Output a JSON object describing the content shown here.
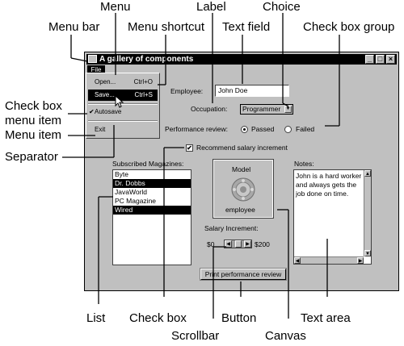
{
  "callouts": {
    "menu_bar": "Menu bar",
    "menu": "Menu",
    "menu_shortcut": "Menu shortcut",
    "label": "Label",
    "choice": "Choice",
    "text_field": "Text field",
    "check_box_group": "Check box group",
    "check_box_menu_item_1": "Check box",
    "check_box_menu_item_2": "menu item",
    "menu_item": "Menu item",
    "separator": "Separator",
    "list": "List",
    "check_box": "Check box",
    "button": "Button",
    "text_area": "Text area",
    "scrollbar": "Scrollbar",
    "canvas": "Canvas"
  },
  "window": {
    "title": "A gallery of components",
    "menubar": {
      "file": "File"
    },
    "menu": {
      "open_label": "Open...",
      "open_shortcut": "Ctrl+O",
      "save_label": "Save...",
      "save_shortcut": "Ctrl+S",
      "autosave_label": "Autosave",
      "autosave_check": "✔",
      "exit_label": "Exit"
    },
    "employee": {
      "label": "Employee:",
      "value": "John Doe"
    },
    "occupation": {
      "label": "Occupation:",
      "value": "Programmer"
    },
    "performance": {
      "label": "Performance review:",
      "passed": "Passed",
      "failed": "Failed"
    },
    "recommend": {
      "label": "Recommend salary increment",
      "check": "✔"
    },
    "magazines": {
      "label": "Subscribed Magazines:",
      "items": [
        "Byte",
        "Dr. Dobbs",
        "JavaWorld",
        "PC Magazine",
        "Wired"
      ]
    },
    "canvas": {
      "top": "Model",
      "bottom": "employee"
    },
    "salary": {
      "label": "Salary Increment:",
      "min": "$0",
      "max": "$200"
    },
    "print_button": "Print performance review",
    "notes": {
      "label": "Notes:",
      "text": "John is a hard worker and always gets the job done on time."
    }
  }
}
